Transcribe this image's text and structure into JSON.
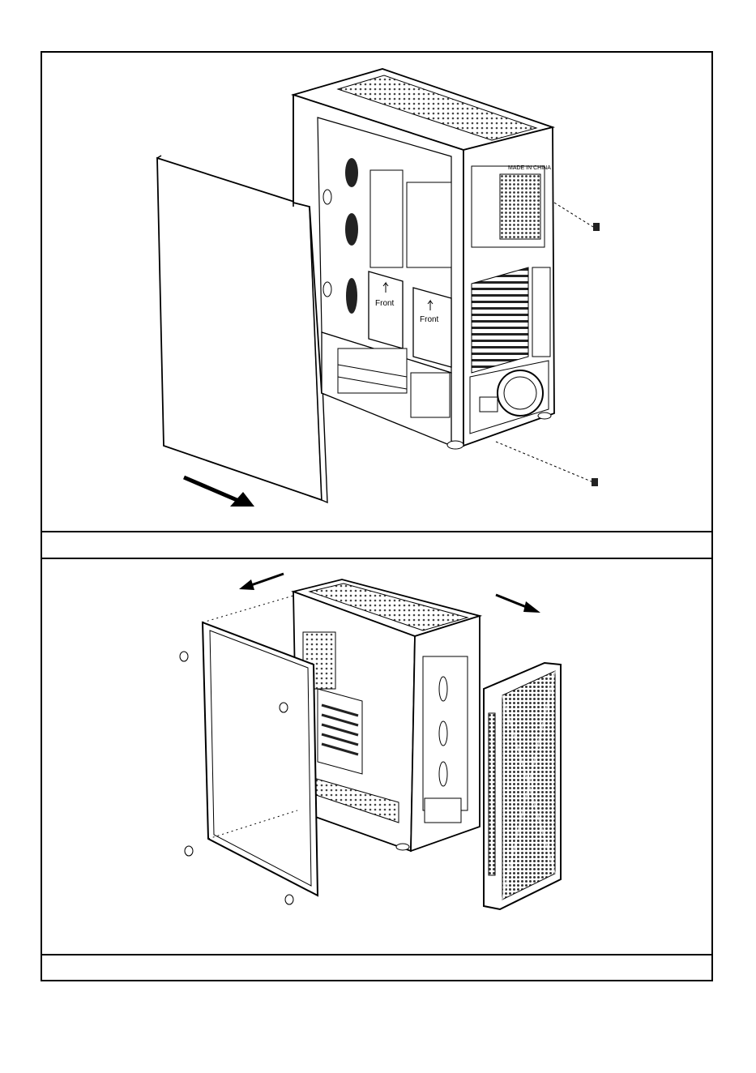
{
  "figure1": {
    "label_made_in_china": "MADE IN CHINA",
    "label_front_left": "Front",
    "label_front_right": "Front"
  },
  "captions": {
    "step1": "",
    "step2": ""
  },
  "colors": {
    "line": "#000000",
    "paper": "#ffffff",
    "mesh": "#555555"
  }
}
